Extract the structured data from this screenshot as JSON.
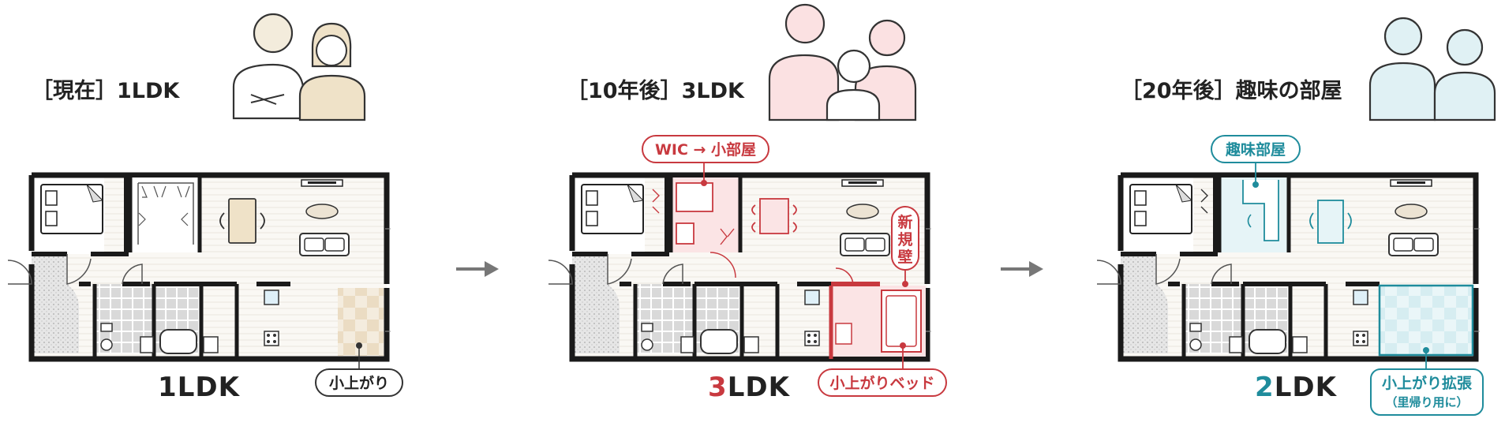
{
  "panels": [
    {
      "title": "［現在］1LDK",
      "plan_label_prefix": "1",
      "plan_label_rest": "LDK",
      "callouts": [
        "小上がり"
      ]
    },
    {
      "title": "［10年後］3LDK",
      "plan_label_prefix": "3",
      "plan_label_rest": "LDK",
      "callouts": [
        "WIC → 小部屋",
        "新",
        "規",
        "壁",
        "小上がりベッド"
      ]
    },
    {
      "title": "［20年後］趣味の部屋",
      "plan_label_prefix": "2",
      "plan_label_rest": "LDK",
      "callouts": [
        "趣味部屋",
        "小上がり拡張",
        "（里帰り用に）"
      ]
    }
  ],
  "colors": {
    "wall": "#1a1a1a",
    "red": "#c8393f",
    "teal": "#1f8c9c",
    "floor": "#f8f6f2",
    "tatami": "#f0e8d8",
    "teal_fill": "#e6f4f7",
    "red_fill": "#fbe4e5"
  },
  "icons": [
    "arrow-right-icon",
    "family-couple-icon",
    "family-four-icon",
    "elderly-couple-icon"
  ]
}
